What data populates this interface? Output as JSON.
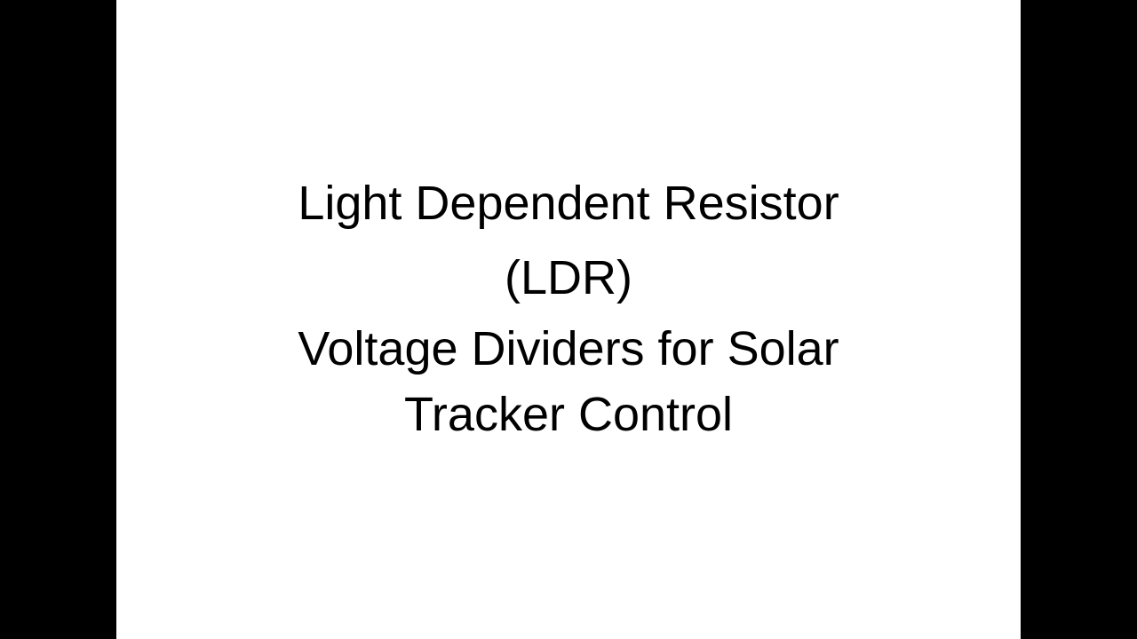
{
  "slide": {
    "background": "#ffffff",
    "letterbox_color": "#000000",
    "title_lines": [
      "Light Dependent Resistor",
      "(LDR)",
      "Voltage Dividers for Solar",
      "Tracker Control"
    ]
  }
}
